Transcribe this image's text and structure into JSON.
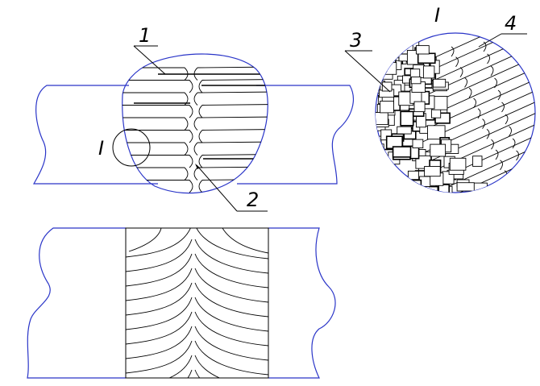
{
  "labels": {
    "weld_top_callout": "1",
    "weld_bottom_callout": "2",
    "detail_marker": "I",
    "detail_title": "I",
    "detail_fine_grains": "3",
    "detail_columnar": "4"
  },
  "colors": {
    "outline": "#2a35c8",
    "ink": "#000000"
  }
}
